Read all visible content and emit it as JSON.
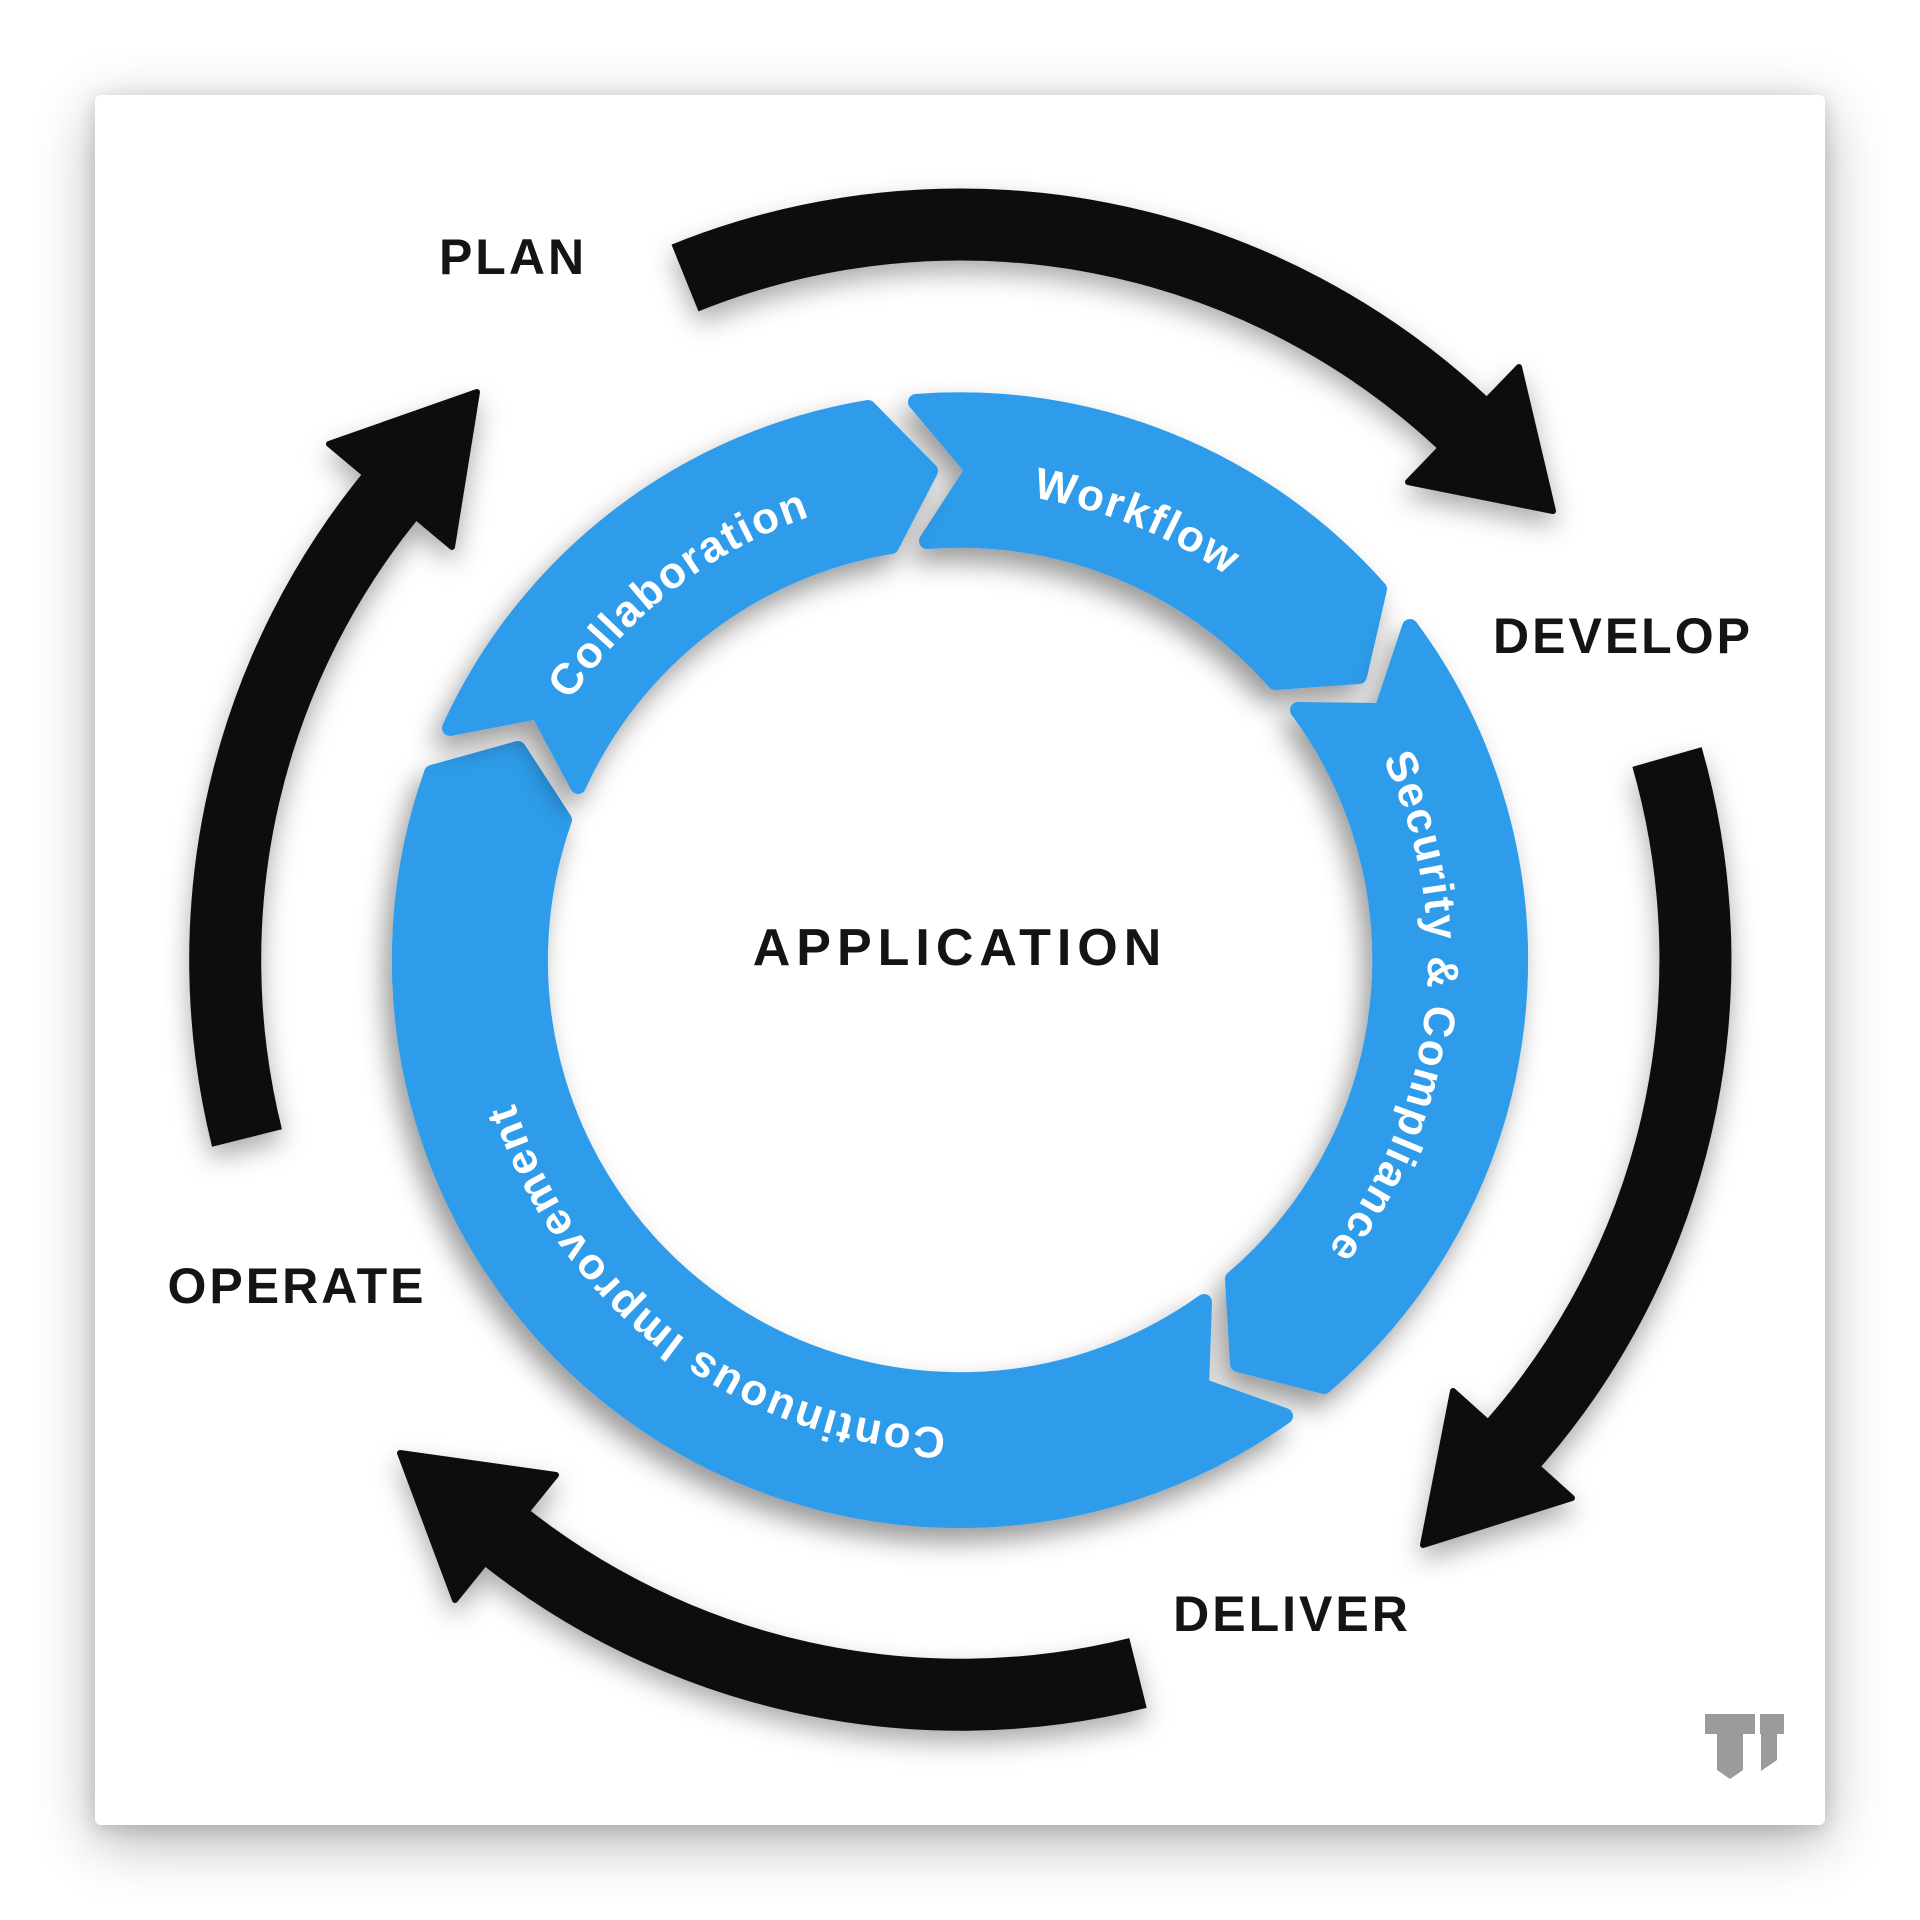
{
  "center_label": "APPLICATION",
  "stages": [
    {
      "label": "PLAN"
    },
    {
      "label": "DEVELOP"
    },
    {
      "label": "DELIVER"
    },
    {
      "label": "OPERATE"
    }
  ],
  "ring": {
    "segments": [
      {
        "label": "Workflow"
      },
      {
        "label": "Security & Compliance"
      },
      {
        "label": "Continuous Improvement"
      },
      {
        "label": "Collaboration"
      }
    ]
  },
  "cycle_arrows": [
    {
      "from": "PLAN",
      "to": "DEVELOP"
    },
    {
      "from": "DEVELOP",
      "to": "DELIVER"
    },
    {
      "from": "DELIVER",
      "to": "OPERATE"
    },
    {
      "from": "OPERATE",
      "to": "PLAN"
    }
  ],
  "colors": {
    "ring_blue": "#2D9CEA",
    "arrow_black": "#0D0D0D",
    "label_text": "#141414",
    "ring_text": "#FFFFFF",
    "logo_gray": "#9B9B9E",
    "card_bg": "#FFFFFF"
  }
}
